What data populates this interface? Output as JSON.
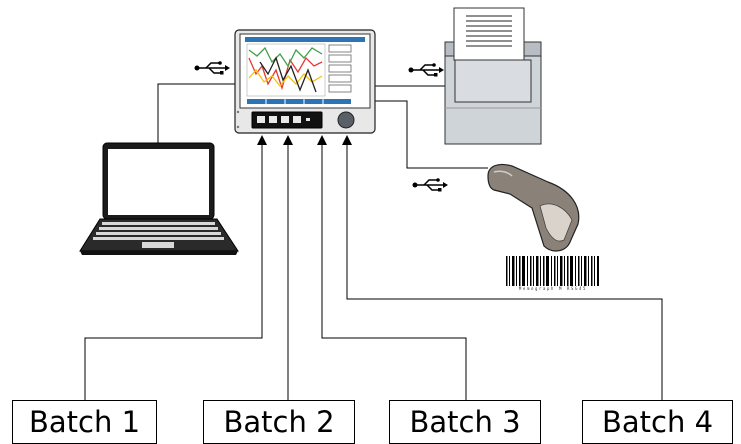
{
  "batches": [
    {
      "label": "Batch 1"
    },
    {
      "label": "Batch 2"
    },
    {
      "label": "Batch 3"
    },
    {
      "label": "Batch 4"
    }
  ],
  "devices": {
    "recorder": {
      "icon": "data-recorder-icon"
    },
    "laptop": {
      "icon": "laptop-icon"
    },
    "printer": {
      "icon": "printer-icon"
    },
    "scanner": {
      "icon": "barcode-scanner-icon"
    },
    "usb_connections": [
      "usb-icon",
      "usb-icon",
      "usb-icon"
    ]
  },
  "barcode_caption": "Memograph M RSG45",
  "colors": {
    "screen_background": "#ffffff",
    "chart_line_red": "#e53935",
    "chart_line_green": "#43a047",
    "chart_line_yellow": "#f4c20d",
    "chart_line_black": "#222222",
    "recorder_body": "#e8e8e8",
    "printer_body": "#cfd4d8",
    "scanner_body": "#8a8178"
  }
}
